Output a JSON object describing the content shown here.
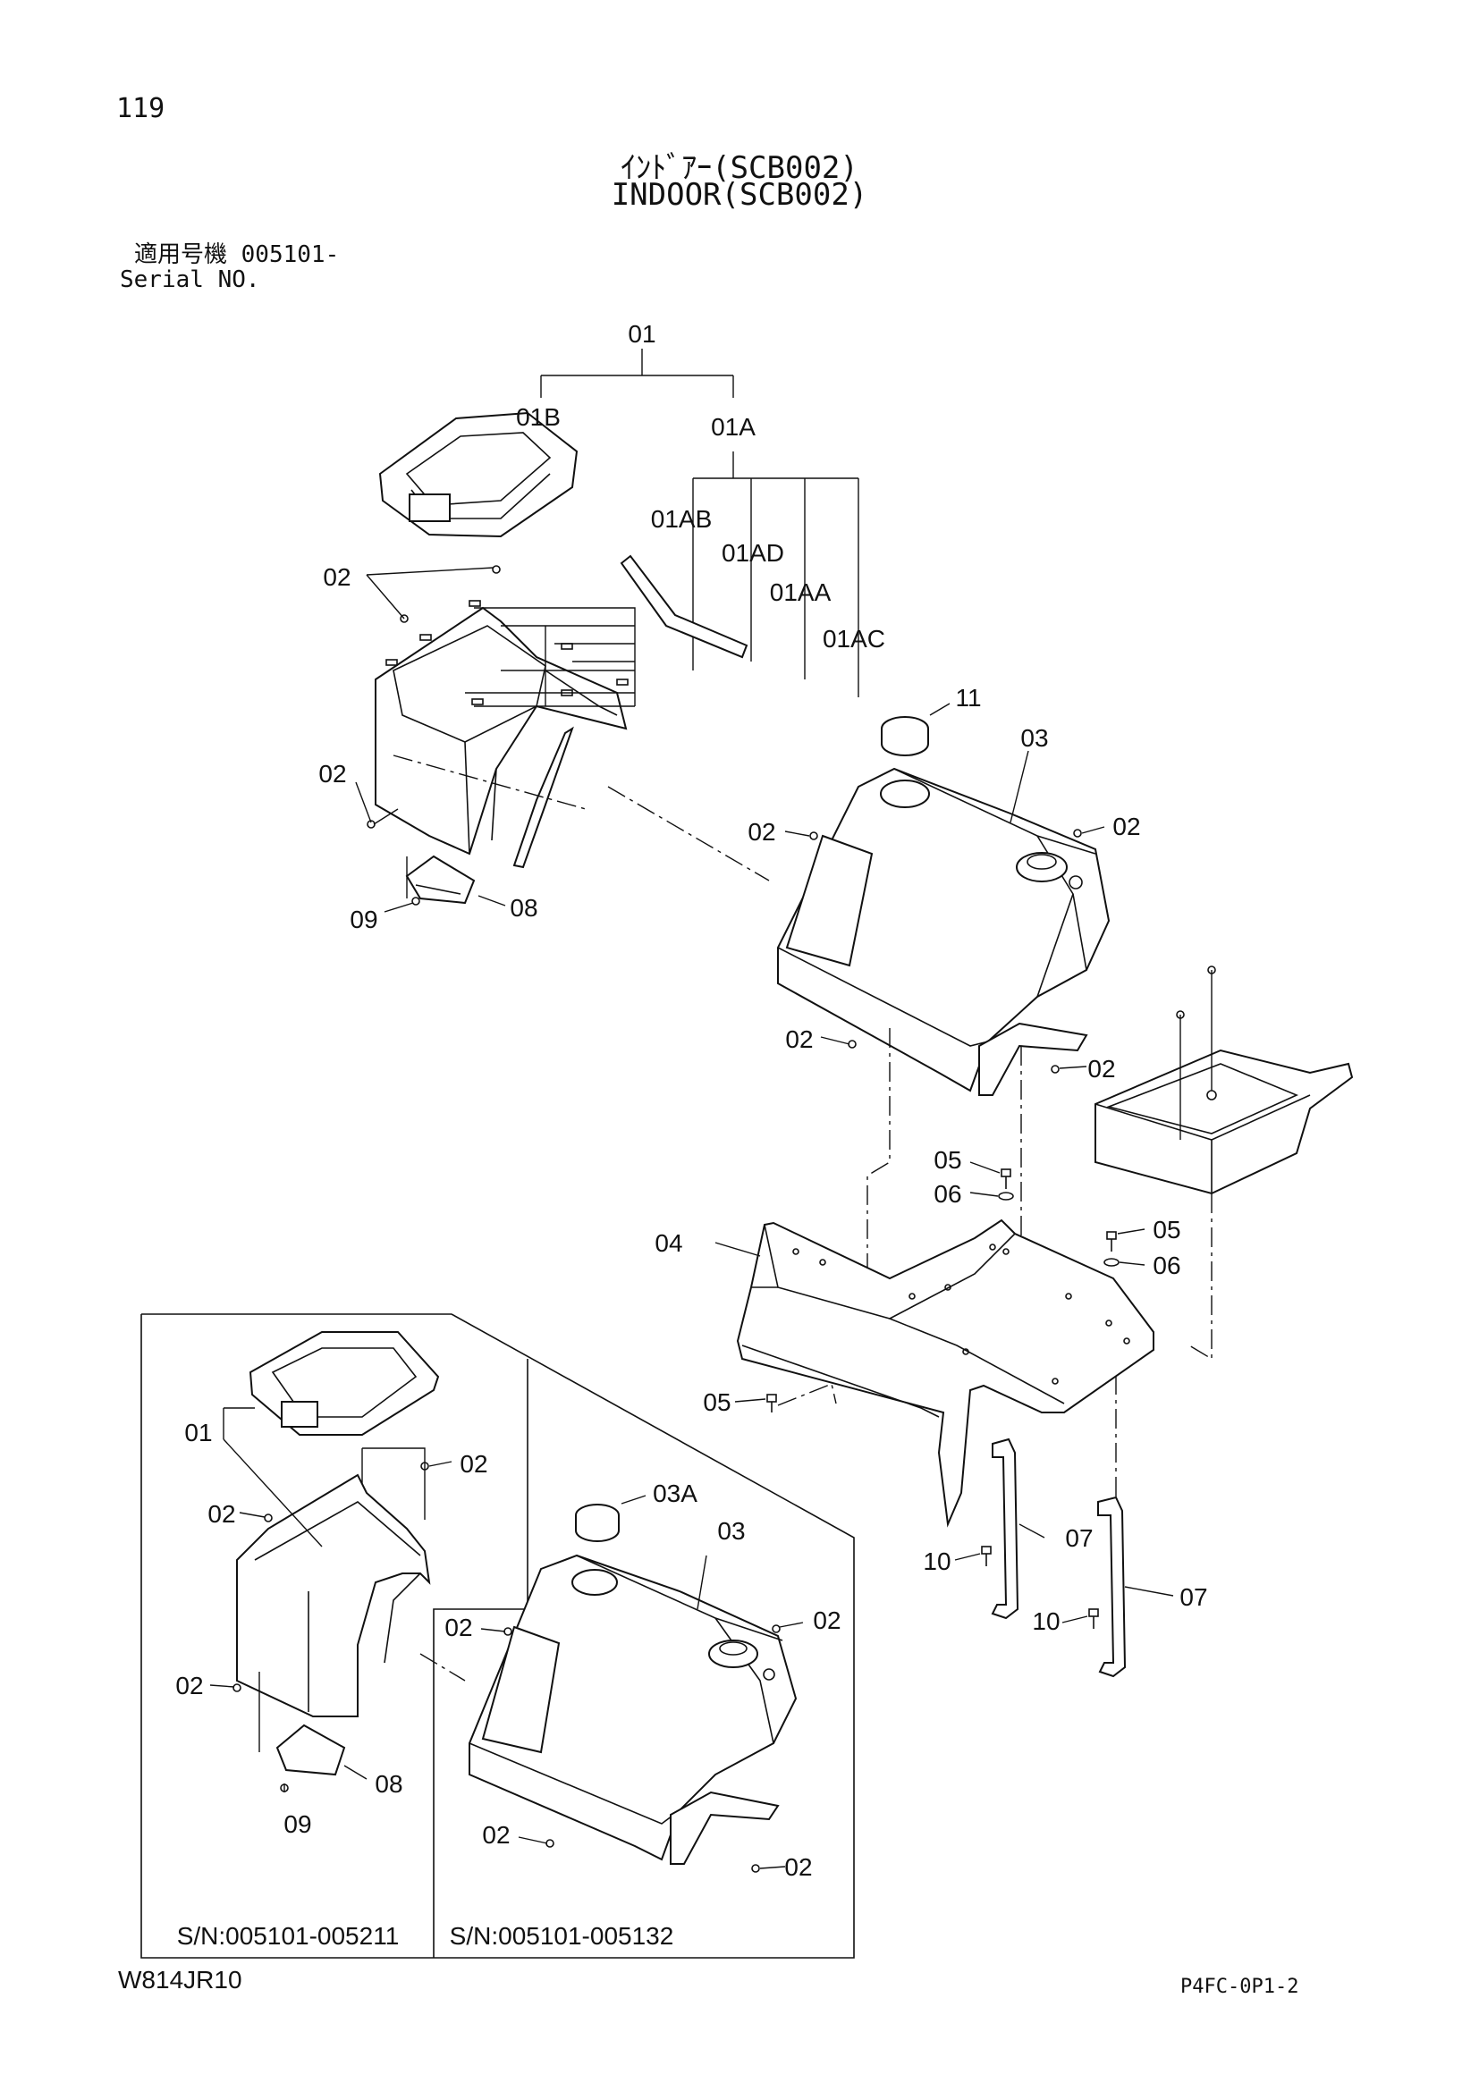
{
  "header": {
    "page_number": "119",
    "title_jp": "ｲﾝﾄﾞｱｰ(SCB002)",
    "title_en": "INDOOR(SCB002)",
    "serial_label_jp": "適用号機 005101-",
    "serial_label_en": "Serial NO."
  },
  "callouts": {
    "p01": "01",
    "p01B": "01B",
    "p01A": "01A",
    "p01AB": "01AB",
    "p01AD": "01AD",
    "p01AA": "01AA",
    "p01AC": "01AC",
    "p02": "02",
    "p03": "03",
    "p03A": "03A",
    "p04": "04",
    "p05": "05",
    "p06": "06",
    "p07": "07",
    "p08": "08",
    "p09": "09",
    "p10": "10",
    "p11": "11"
  },
  "inset": {
    "left_serial": "S/N:005101-005211",
    "right_serial": "S/N:005101-005132"
  },
  "footer": {
    "doc_code": "W814JR10",
    "sheet_code": "P4FC-0P1-2"
  }
}
